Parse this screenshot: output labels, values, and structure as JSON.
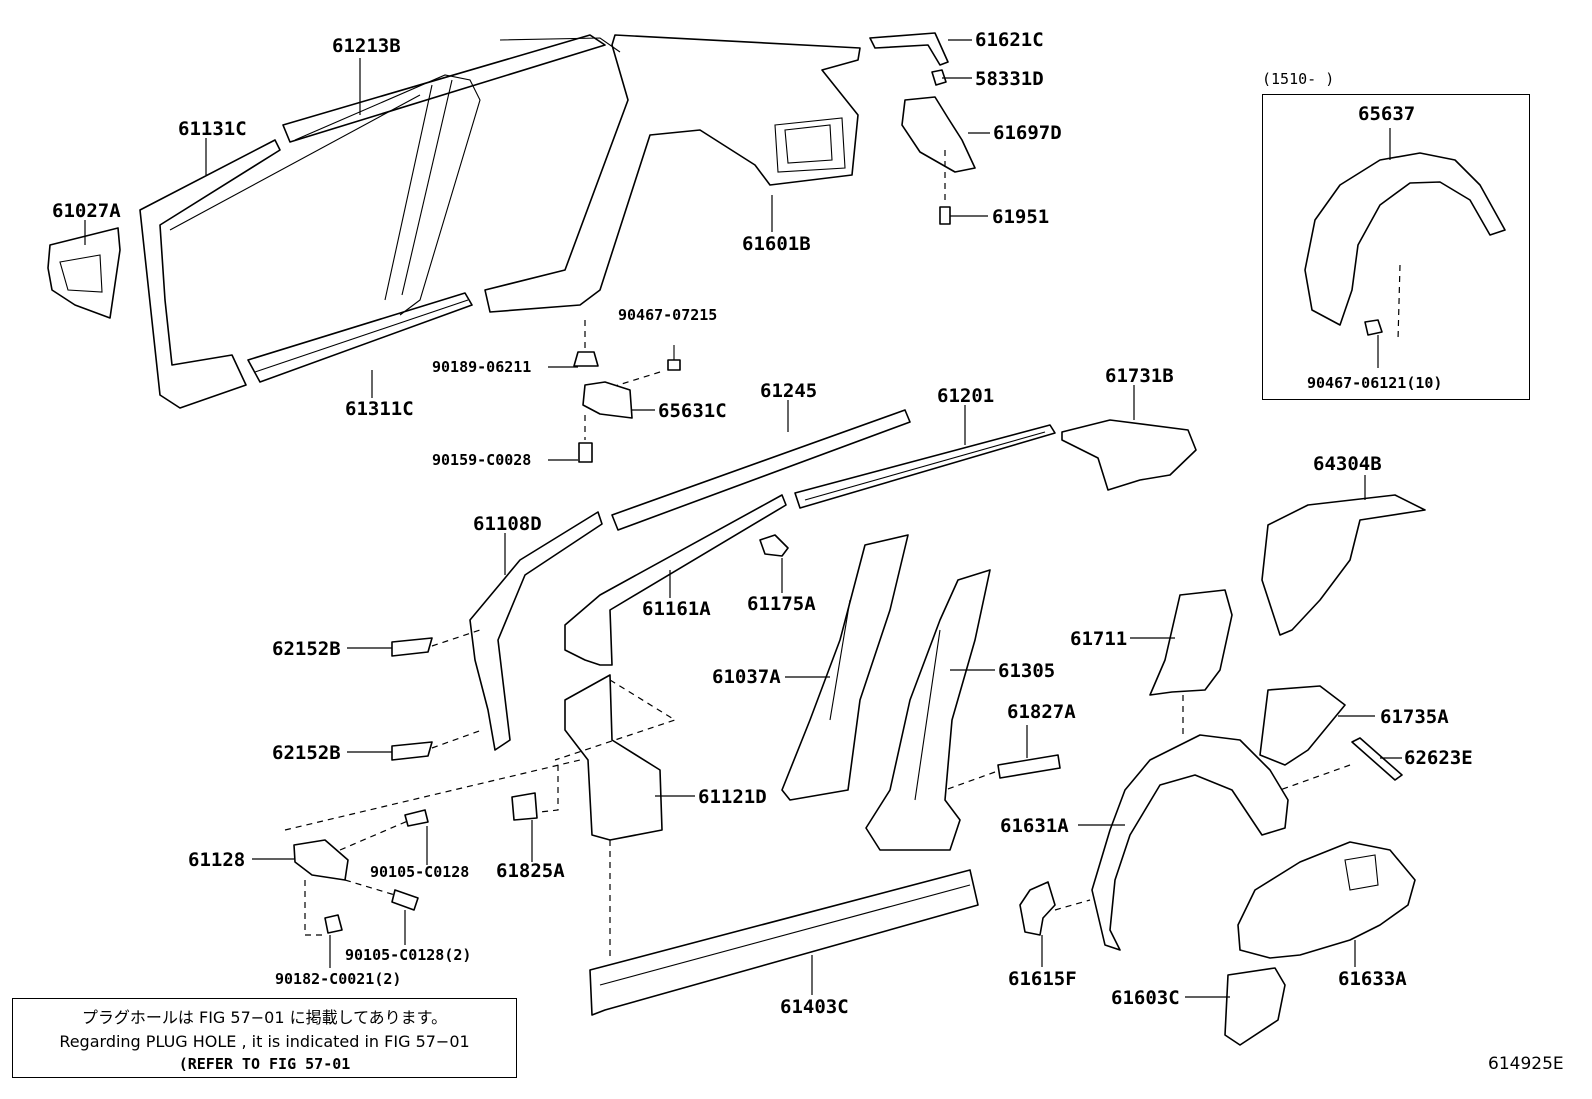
{
  "labels": {
    "p61213B": "61213B",
    "p61131C": "61131C",
    "p61027A": "61027A",
    "p61311C": "61311C",
    "p61601B": "61601B",
    "p61621C": "61621C",
    "p58331D": "58331D",
    "p61697D": "61697D",
    "p61951": "61951",
    "p90467_07215": "90467-07215",
    "p90189_06211": "90189-06211",
    "p65631C": "65631C",
    "p90159_C0028": "90159-C0028",
    "p61245": "61245",
    "p61201": "61201",
    "p61731B": "61731B",
    "p64304B": "64304B",
    "p61108D": "61108D",
    "p61161A": "61161A",
    "p61175A": "61175A",
    "p62152B_1": "62152B",
    "p62152B_2": "62152B",
    "p61037A": "61037A",
    "p61305": "61305",
    "p61711": "61711",
    "p61827A": "61827A",
    "p61735A": "61735A",
    "p62623E": "62623E",
    "p61121D": "61121D",
    "p61631A": "61631A",
    "p61128": "61128",
    "p90105_C0128": "90105-C0128",
    "p61825A": "61825A",
    "p90105_C0128_2": "90105-C0128(2)",
    "p90182_C0021_2": "90182-C0021(2)",
    "p61403C": "61403C",
    "p61615F": "61615F",
    "p61603C": "61603C",
    "p61633A": "61633A"
  },
  "inset": {
    "title": "(1510-    )",
    "p65637": "65637",
    "p90467_06121": "90467-06121(10)"
  },
  "note": {
    "line_jp": "プラグホールは FIG 57−01 に掲載してあります。",
    "line_en": "Regarding  PLUG  HOLE , it is indicated in  FIG  57−01",
    "line_ref": "(REFER TO FIG 57-01"
  },
  "figure_number": "614925E"
}
